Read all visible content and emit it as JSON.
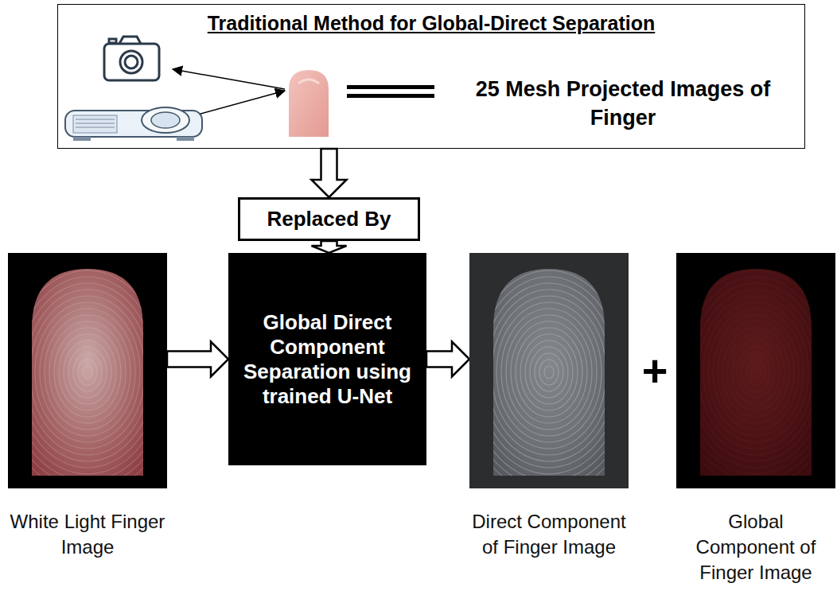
{
  "diagram": {
    "nodes": [
      {
        "text": [
          "Traditional Method for Global-Direct Separation",
          "25 Mesh Projected Images of Finger"
        ]
      },
      {
        "text": [
          "Replaced By"
        ]
      },
      {
        "text": [
          "Global Direct Component Separation using trained U-Net"
        ]
      },
      {
        "text": [
          "White Light Finger Image"
        ]
      },
      {
        "text": [
          "Direct Component of Finger Image"
        ]
      },
      {
        "text": [
          "Global Component of Finger Image"
        ]
      }
    ],
    "edges": [
      {
        "from": 0,
        "to": 1,
        "arrow": "to"
      },
      {
        "from": 1,
        "to": 2,
        "arrow": "to"
      },
      {
        "from": 3,
        "to": 2,
        "arrow": "to"
      },
      {
        "from": 2,
        "to": 4,
        "arrow": "to"
      }
    ],
    "labels": [
      "+"
    ]
  }
}
